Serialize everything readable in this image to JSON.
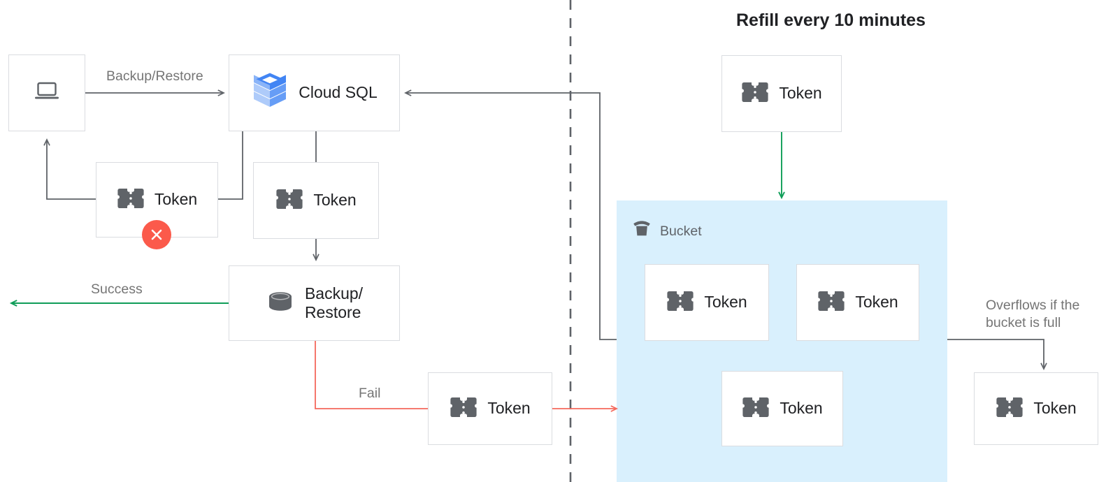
{
  "title": "Refill every 10 minutes",
  "colors": {
    "box_border": "#dadce0",
    "text_dark": "#202124",
    "text_gray": "#757575",
    "wire_gray": "#5f6368",
    "wire_green": "#0f9d58",
    "wire_red": "#f4685c",
    "bucket_fill": "#d9f0fd",
    "error_red": "#fb5a4b",
    "cloudsql_blue": "#4285f4",
    "icon_gray": "#5f6368"
  },
  "nodes": {
    "client": {
      "label": "",
      "icon": "laptop-icon"
    },
    "cloud_sql": {
      "label": "Cloud SQL",
      "icon": "cloud-sql-icon"
    },
    "token_client": {
      "label": "Token",
      "icon": "token-icon"
    },
    "token_sql": {
      "label": "Token",
      "icon": "token-icon"
    },
    "backup_restore": {
      "label": "Backup/\nRestore",
      "icon": "database-icon"
    },
    "token_fail": {
      "label": "Token",
      "icon": "token-icon"
    },
    "token_refill": {
      "label": "Token",
      "icon": "token-icon"
    },
    "token_bucket_1": {
      "label": "Token",
      "icon": "token-icon"
    },
    "token_bucket_2": {
      "label": "Token",
      "icon": "token-icon"
    },
    "token_bucket_3": {
      "label": "Token",
      "icon": "token-icon"
    },
    "token_overflow": {
      "label": "Token",
      "icon": "token-icon"
    }
  },
  "bucket": {
    "label": "Bucket",
    "icon": "bucket-icon"
  },
  "edges": {
    "backup_restore": "Backup/Restore",
    "success": "Success",
    "fail": "Fail",
    "overflow": "Overflows if the\nbucket is full"
  }
}
